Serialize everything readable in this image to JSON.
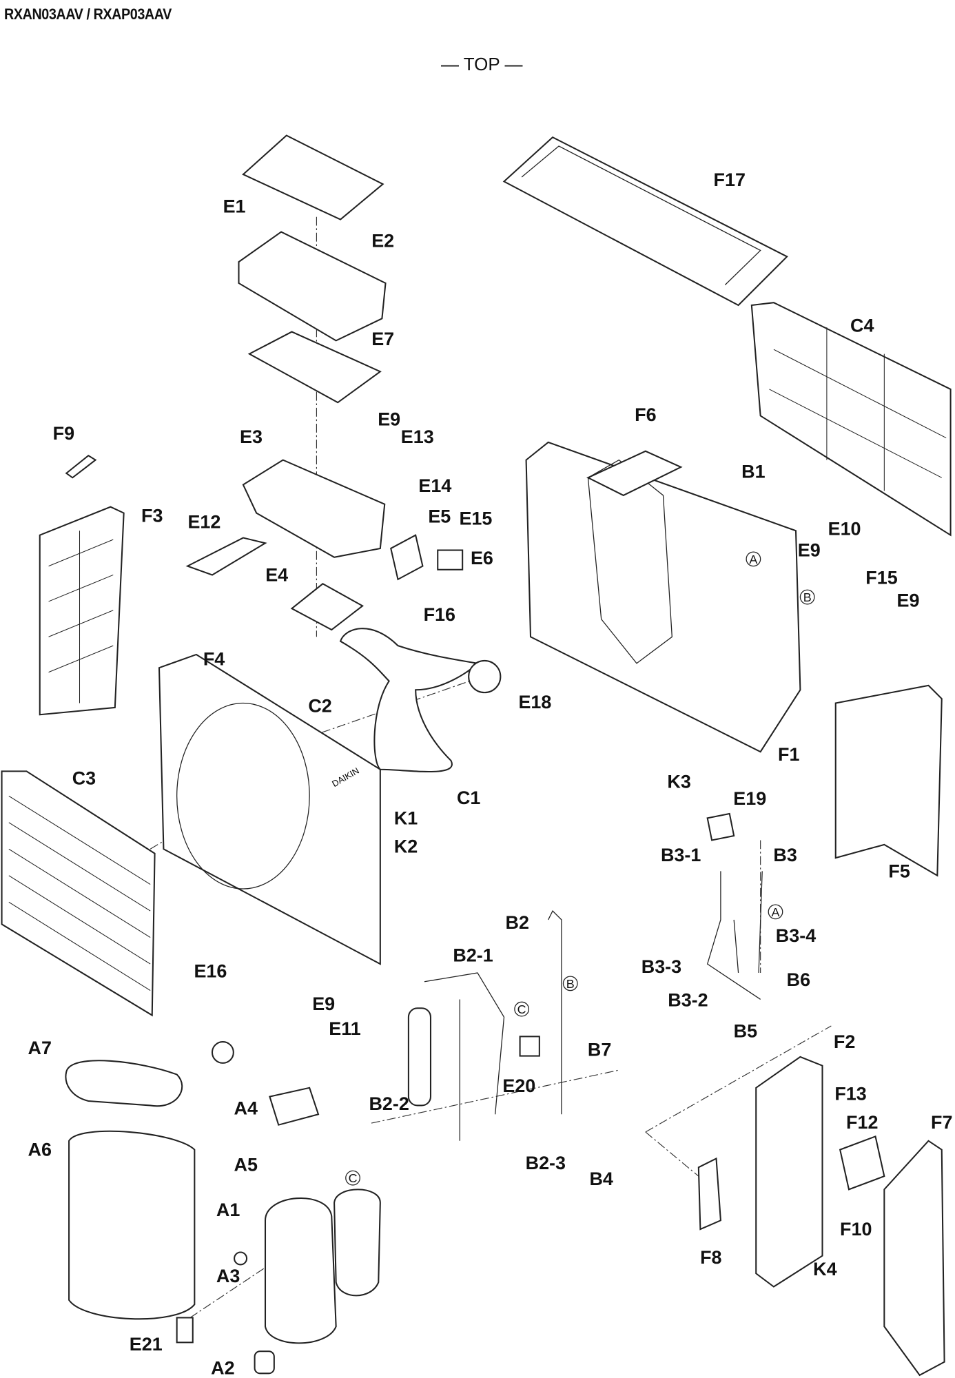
{
  "header": {
    "title": "RXAN03AAV / RXAP03AAV",
    "view_label": "— TOP —"
  },
  "labels": [
    "E1",
    "E2",
    "F17",
    "E7",
    "C4",
    "E9",
    "E13",
    "F9",
    "E3",
    "F6",
    "B1",
    "E14",
    "F3",
    "E12",
    "E5",
    "E15",
    "E10",
    "E9",
    "E6",
    "E4",
    "F15",
    "E9",
    "F16",
    "F4",
    "E18",
    "C2",
    "F1",
    "K3",
    "C3",
    "C1",
    "K1",
    "K2",
    "E19",
    "B3-1",
    "B3",
    "F5",
    "B2",
    "B3-4",
    "B2-1",
    "B3-3",
    "B6",
    "E16",
    "B3-2",
    "E9",
    "E11",
    "B5",
    "F2",
    "A7",
    "B7",
    "E20",
    "F13",
    "B2-2",
    "A4",
    "F12",
    "F7",
    "A6",
    "A5",
    "B2-3",
    "B4",
    "A1",
    "F10",
    "F8",
    "A3",
    "K4",
    "E21",
    "A2"
  ],
  "markers": [
    "A",
    "B",
    "A",
    "B",
    "C",
    "C"
  ],
  "logo": "DAIKIN"
}
